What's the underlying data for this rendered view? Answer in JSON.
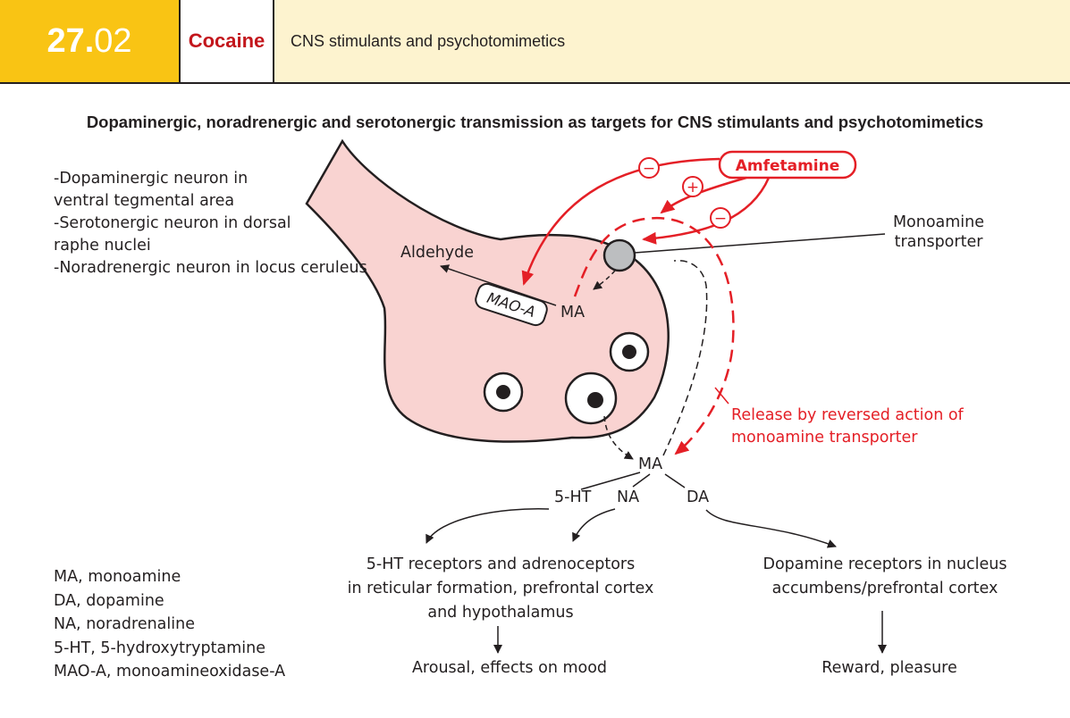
{
  "header": {
    "number_major": "27.",
    "number_minor": "02",
    "drug": "Cocaine",
    "chapter": "CNS stimulants and psychotomimetics"
  },
  "title": "Dopaminergic, noradrenergic and serotonergic transmission as targets for CNS stimulants and psychotomimetics",
  "neuron_types": [
    "-Dopaminergic neuron in",
    "ventral tegmental area",
    "-Serotonergic neuron in dorsal",
    "raphe nuclei",
    "-Noradrenergic neuron in locus ceruleus"
  ],
  "labels": {
    "aldehyde": "Aldehyde",
    "mao_a": "MAO-A",
    "ma_inside": "MA",
    "ma_synapse": "MA",
    "ht5": "5-HT",
    "na": "NA",
    "da": "DA",
    "amfetamine": "Amfetamine",
    "transporter_line1": "Monoamine",
    "transporter_line2": "transporter",
    "release_line1": "Release by reversed action of",
    "release_line2": "monoamine transporter",
    "minus": "−",
    "plus": "+"
  },
  "targets": {
    "left_line1": "5-HT receptors and adrenoceptors",
    "left_line2": "in reticular formation, prefrontal cortex",
    "left_line3": "and hypothalamus",
    "left_effect": "Arousal, effects on mood",
    "right_line1": "Dopamine receptors in  nucleus",
    "right_line2": "accumbens/prefrontal cortex",
    "right_effect": "Reward, pleasure"
  },
  "legend": [
    "MA, monoamine",
    "DA, dopamine",
    "NA, noradrenaline",
    "5-HT, 5-hydroxytryptamine",
    "MAO-A, monoamineoxidase-A"
  ],
  "colors": {
    "header_yellow": "#f9c414",
    "header_cream": "#fdf3cf",
    "drug_red": "#c3161c",
    "arrow_red": "#e41f26",
    "neuron_fill": "#f9d3d1"
  }
}
